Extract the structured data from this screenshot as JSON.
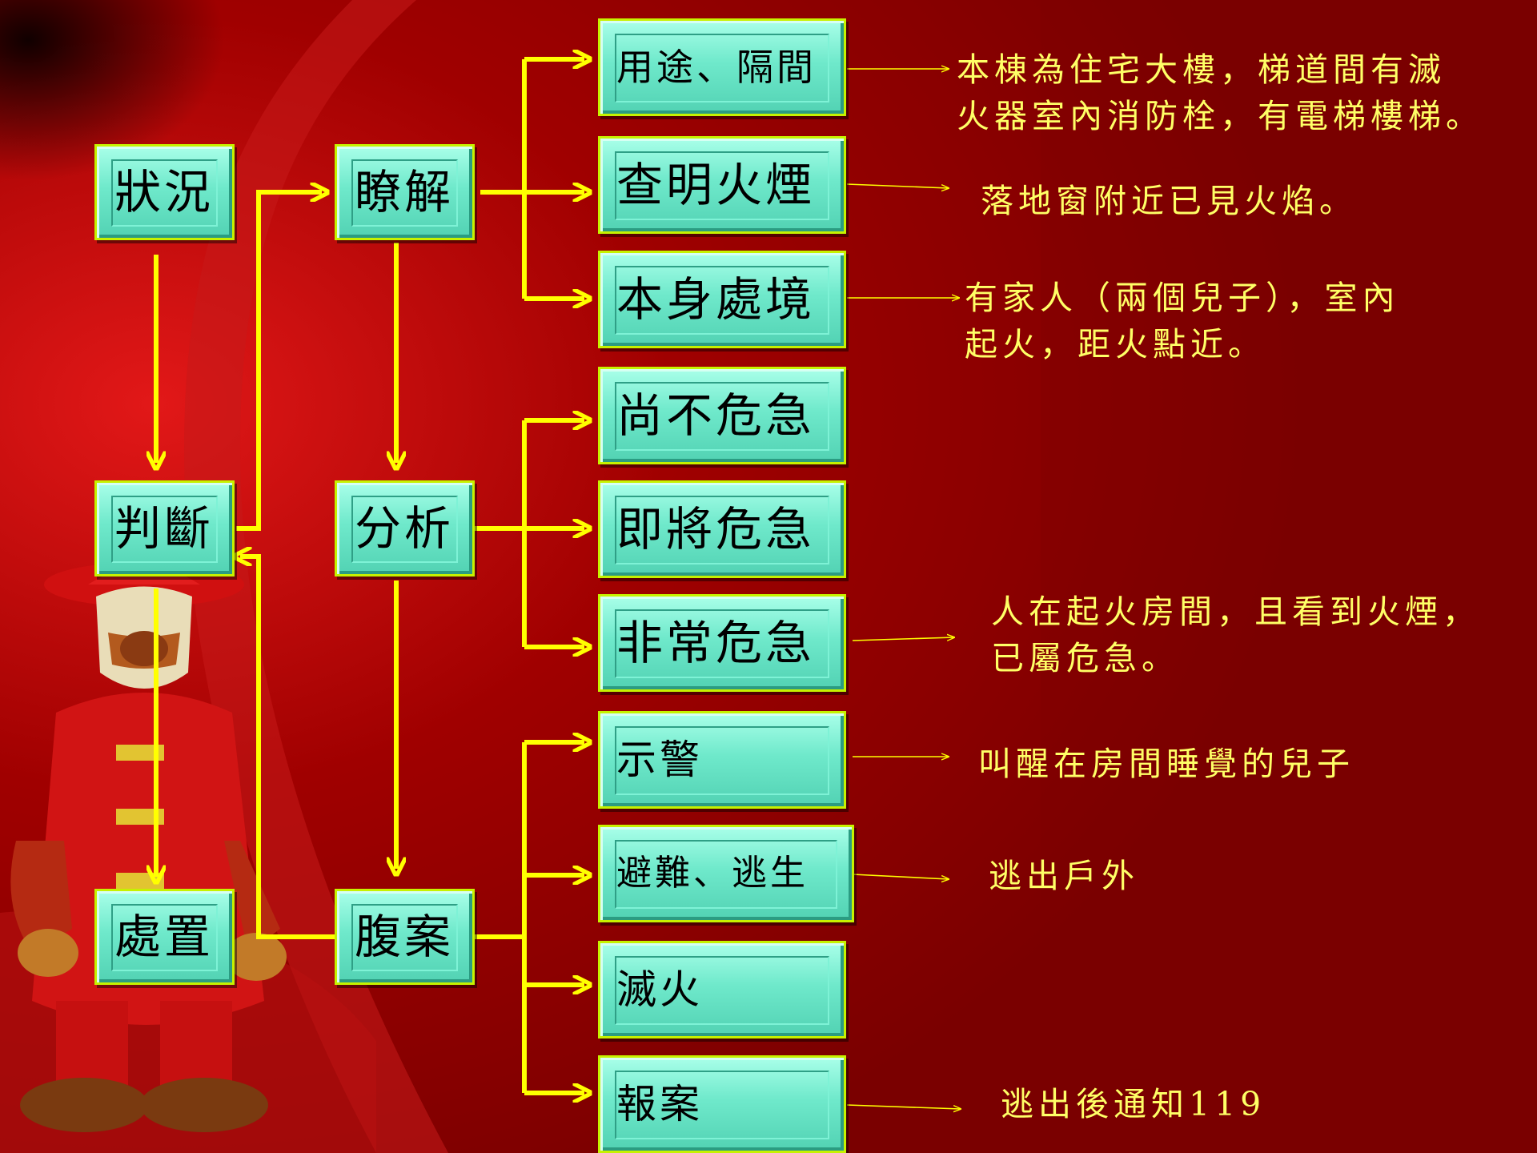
{
  "main_column": {
    "situation": "狀況",
    "judgment": "判斷",
    "response": "處置"
  },
  "second_column": {
    "understand": "瞭解",
    "analyze": "分析",
    "plan": "腹案"
  },
  "understand_items": [
    "用途、隔間",
    "查明火煙",
    "本身處境"
  ],
  "analyze_items": [
    "尚不危急",
    "即將危急",
    "非常危急"
  ],
  "plan_items": [
    "示警",
    "避難、逃生",
    "滅火",
    "報案"
  ],
  "notes": {
    "usage": [
      "本棟為住宅大樓，梯道間有滅",
      "火器室內消防栓，有電梯樓梯。"
    ],
    "smoke": [
      "落地窗附近已見火焰。"
    ],
    "position": [
      "有家人（兩個兒子），室內",
      "起火，距火點近。"
    ],
    "critical": [
      "人在起火房間，且看到火煙，",
      "已屬危急。"
    ],
    "warn": [
      "叫醒在房間睡覺的兒子"
    ],
    "evacuate": [
      "逃出戶外"
    ],
    "report": [
      "逃出後通知119"
    ]
  },
  "colors": {
    "background": "#8e0000",
    "box_fill": "#6fe9cb",
    "box_border": "#c6f200",
    "arrow": "#ffff00",
    "note_text": "#ffff66"
  }
}
